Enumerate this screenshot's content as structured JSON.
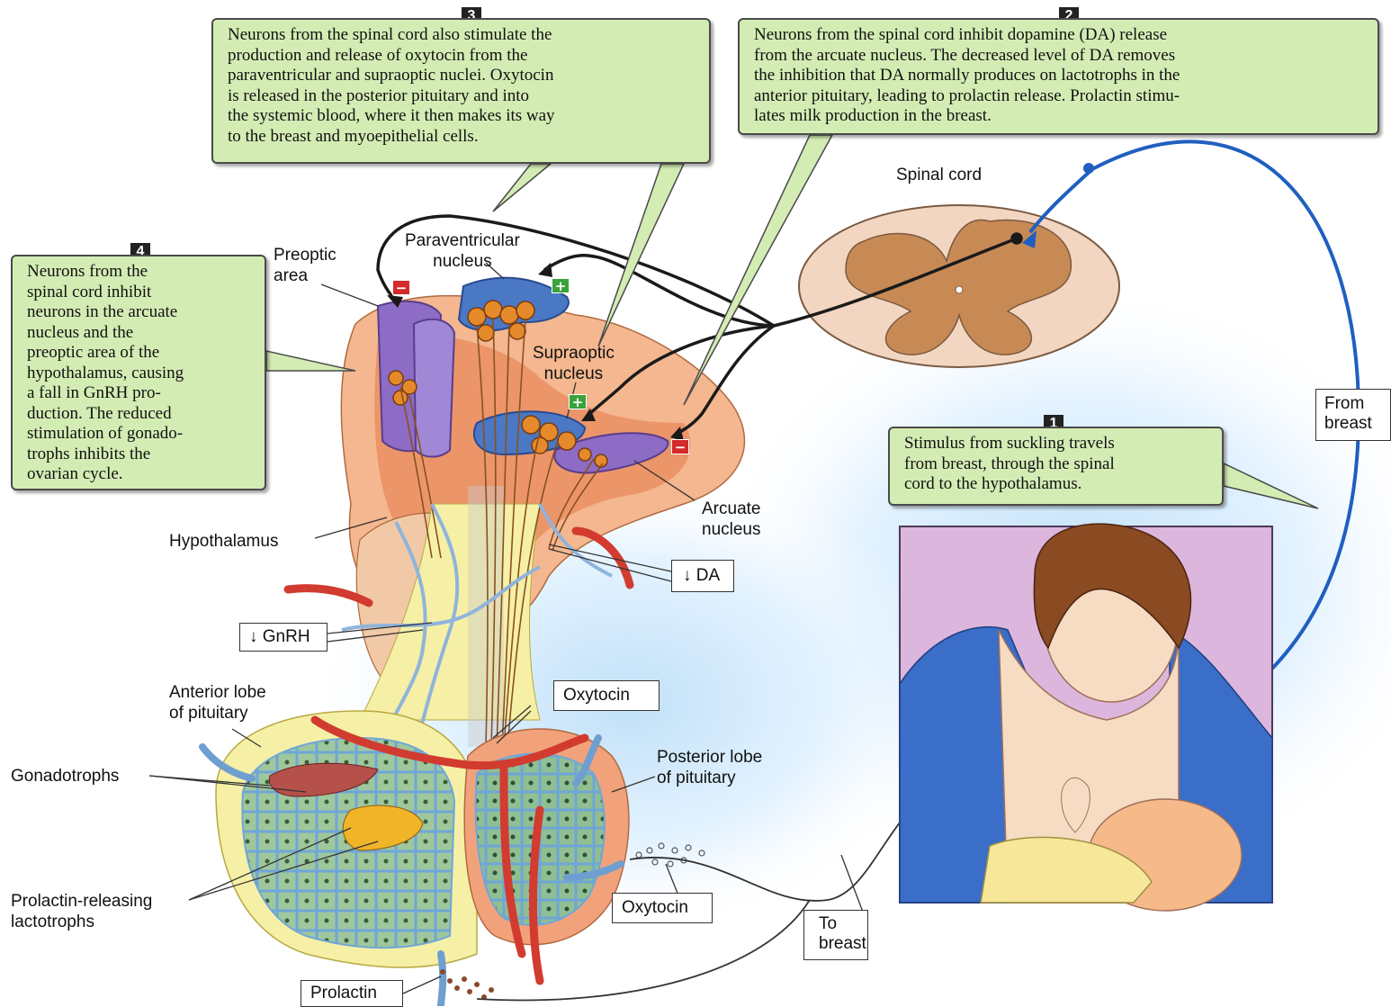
{
  "callouts": {
    "c1": {
      "number": "1",
      "text": "Stimulus from suckling travels\nfrom breast, through the spinal\ncord to the hypothalamus."
    },
    "c2": {
      "number": "2",
      "text": "Neurons from the spinal cord inhibit dopamine (DA) release\nfrom the arcuate nucleus. The decreased level of DA removes\nthe inhibition that DA normally produces on lactotrophs in the\nanterior pituitary, leading to prolactin release. Prolactin stimu-\nlates milk production in the breast."
    },
    "c3": {
      "number": "3",
      "text": "Neurons from the spinal cord also stimulate the\nproduction and release of oxytocin from the\nparaventricular and supraoptic nuclei. Oxytocin\nis released in the posterior pituitary and into\nthe systemic blood, where it then makes its way\nto the breast and myoepithelial cells."
    },
    "c4": {
      "number": "4",
      "text": "Neurons from the\nspinal cord inhibit\nneurons in the arcuate\nnucleus and the\npreoptic area of the\nhypothalamus, causing\na fall in GnRH pro-\nduction. The reduced\nstimulation of gonado-\ntrophs inhibits the\novarian cycle."
    }
  },
  "labels": {
    "spinal_cord": "Spinal cord",
    "preoptic_area": "Preoptic\narea",
    "paraventricular_nucleus": "Paraventricular\nnucleus",
    "supraoptic_nucleus": "Supraoptic\nnucleus",
    "arcuate_nucleus": "Arcuate\nnucleus",
    "hypothalamus": "Hypothalamus",
    "anterior_lobe": "Anterior lobe\nof pituitary",
    "posterior_lobe": "Posterior lobe\nof pituitary",
    "gonadotrophs": "Gonadotrophs",
    "prolactin_releasing_lactotrophs": "Prolactin-releasing\nlactotrophs"
  },
  "boxes": {
    "da": "↓ DA",
    "gnrh": "↓ GnRH",
    "oxytocin_top": "Oxytocin",
    "oxytocin_bottom": "Oxytocin",
    "prolactin": "Prolactin",
    "to_breast": "To\nbreast",
    "from_breast": "From\nbreast"
  },
  "signs": {
    "minus": "−",
    "plus": "+"
  },
  "colors": {
    "callout_fill": "#d3ecb4",
    "inhibit_sign": "#d42a2a",
    "stimulate_sign": "#3aa23a",
    "afferent_nerve": "#1f5fc0",
    "nucleus_purple": "#8c6cc4",
    "nucleus_blue": "#4a78c4",
    "neuron_orange": "#e58a2a",
    "vessel_red": "#d23b2f",
    "portal_blue": "#8fb4dc"
  }
}
